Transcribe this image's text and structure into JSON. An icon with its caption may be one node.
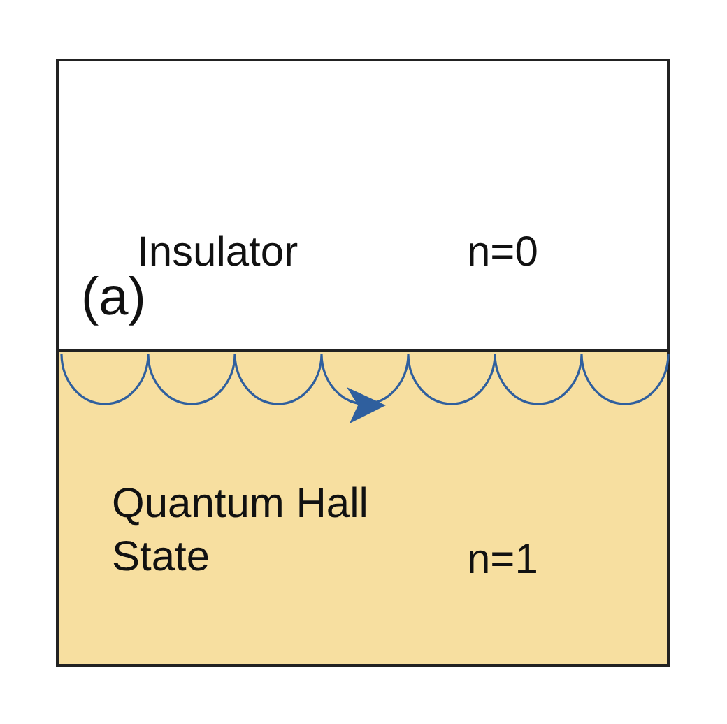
{
  "diagram": {
    "nodes": [
      {
        "text": [
          "Insulator",
          "n=0"
        ]
      },
      {
        "text": [
          "Quantum Hall State",
          "n=1"
        ]
      }
    ],
    "edges": [],
    "labels": [
      "(a)"
    ]
  }
}
